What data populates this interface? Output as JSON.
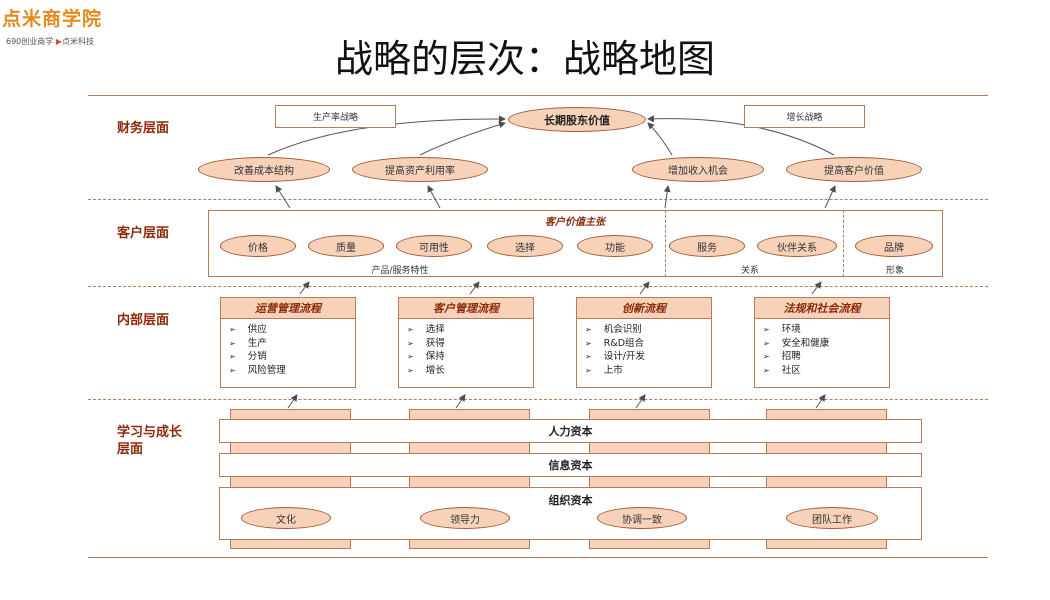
{
  "logo": {
    "name": "点米商学院",
    "sub_a": "690",
    "sub_b": "创业商学",
    "sub_c": "点米科技"
  },
  "title": "战略的层次：战略地图",
  "rows": {
    "financial": "财务层面",
    "customer": "客户层面",
    "internal": "内部层面",
    "learning_1": "学习与成长",
    "learning_2": "层面"
  },
  "financial": {
    "productivity_strategy": "生产率战略",
    "growth_strategy": "增长战略",
    "shareholder_value": "长期股东价值",
    "items": [
      "改善成本结构",
      "提高资产利用率",
      "增加收入机会",
      "提高客户价值"
    ]
  },
  "customer": {
    "value_prop": "客户价值主张",
    "attributes": [
      "价格",
      "质量",
      "可用性",
      "选择",
      "功能"
    ],
    "relationship": [
      "服务",
      "伙伴关系"
    ],
    "image": [
      "品牌"
    ],
    "captions": {
      "attributes": "产品/服务特性",
      "relationship": "关系",
      "image": "形象"
    }
  },
  "internal": {
    "processes": [
      {
        "title": "运营管理流程",
        "items": [
          "供应",
          "生产",
          "分销",
          "风险管理"
        ]
      },
      {
        "title": "客户管理流程",
        "items": [
          "选择",
          "获得",
          "保持",
          "增长"
        ]
      },
      {
        "title": "创新流程",
        "items": [
          "机会识别",
          "R&D组合",
          "设计/开发",
          "上市"
        ]
      },
      {
        "title": "法规和社会流程",
        "items": [
          "环境",
          "安全和健康",
          "招聘",
          "社区"
        ]
      }
    ]
  },
  "learning": {
    "human": "人力资本",
    "information": "信息资本",
    "organization": "组织资本",
    "org_items": [
      "文化",
      "领导力",
      "协调一致",
      "团队工作"
    ]
  },
  "colors": {
    "fill": "#f7d2b8",
    "border": "#b87b59",
    "accent": "#8a2a0a",
    "logo": "#e38a1f"
  }
}
